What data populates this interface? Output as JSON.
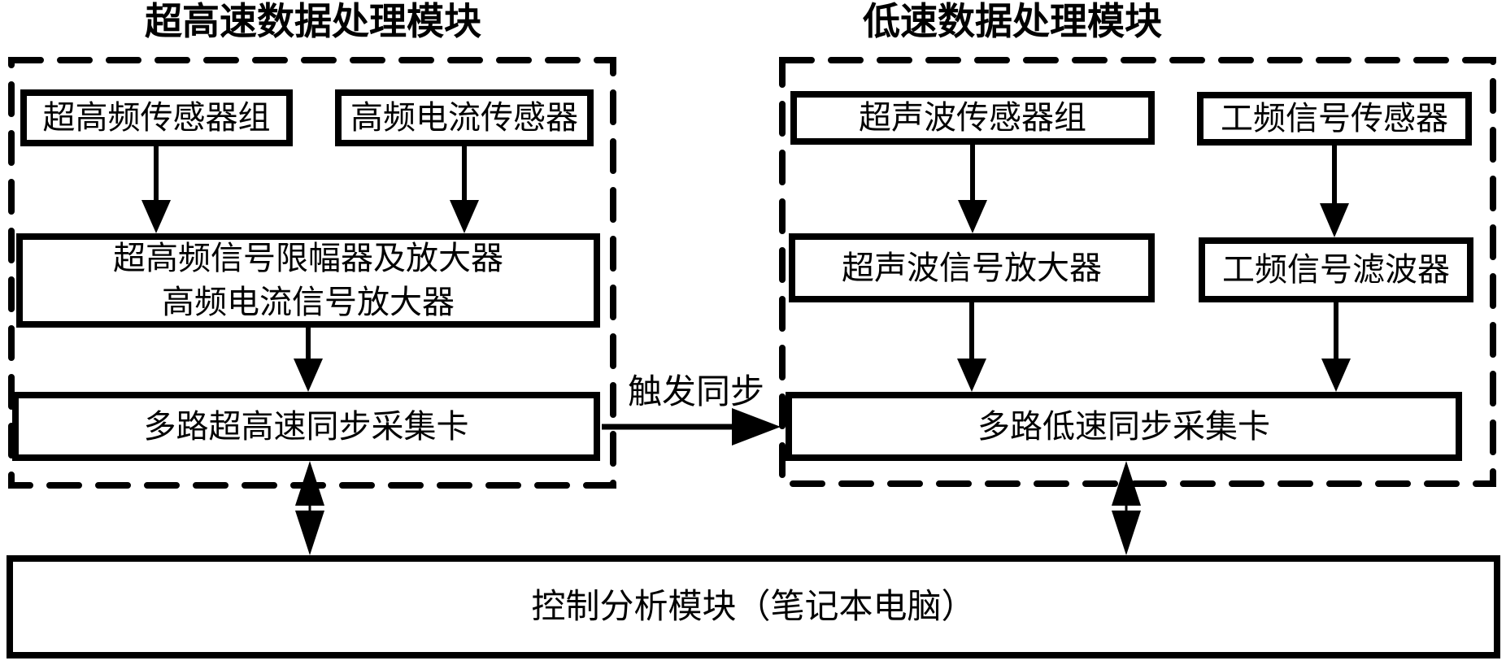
{
  "left_module": {
    "title": "超高速数据处理模块",
    "sensor1": "超高频传感器组",
    "sensor2": "高频电流传感器",
    "amplifier_line1": "超高频信号限幅器及放大器",
    "amplifier_line2": "高频电流信号放大器",
    "card": "多路超高速同步采集卡"
  },
  "right_module": {
    "title": "低速数据处理模块",
    "sensor1": "超声波传感器组",
    "sensor2": "工频信号传感器",
    "amplifier": "超声波信号放大器",
    "filter": "工频信号滤波器",
    "card": "多路低速同步采集卡"
  },
  "trigger_label": "触发同步",
  "control_module": "控制分析模块（笔记本电脑）",
  "colors": {
    "line": "#000000",
    "background": "#ffffff"
  }
}
